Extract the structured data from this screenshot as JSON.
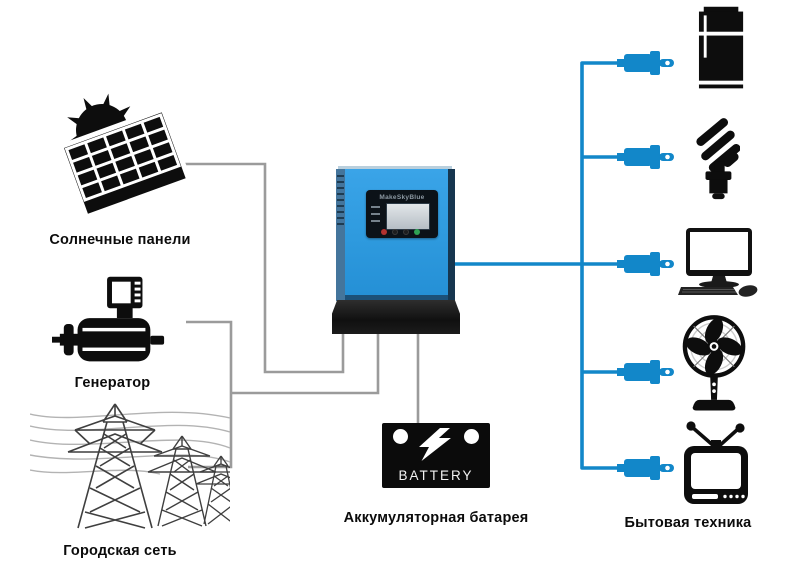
{
  "nodes": {
    "solar": {
      "label": "Солнечные панели",
      "icon": "solar-panel-sun-icon"
    },
    "generator": {
      "label": "Генератор",
      "icon": "generator-icon"
    },
    "grid": {
      "label": "Городская сеть",
      "icon": "power-towers-icon"
    },
    "inverter": {
      "brand": "MakeSkyBlue",
      "icon": "solar-inverter-unit"
    },
    "battery": {
      "label": "Аккумуляторная батарея",
      "badge": "BATTERY",
      "icon": "battery-icon"
    },
    "appliances": {
      "label": "Бытовая техника",
      "items": [
        "refrigerator-icon",
        "cfl-lamp-icon",
        "desktop-computer-icon",
        "pedestal-fan-icon",
        "tv-icon"
      ]
    }
  },
  "connections": [
    {
      "from": "solar",
      "to": "inverter",
      "style": "gray"
    },
    {
      "from": "generator",
      "to": "inverter",
      "style": "gray"
    },
    {
      "from": "grid",
      "to": "inverter",
      "style": "gray"
    },
    {
      "from": "inverter",
      "to": "battery",
      "style": "gray"
    },
    {
      "from": "inverter",
      "to": "appliance-plugs",
      "style": "blue"
    }
  ],
  "colors": {
    "ac_line_blue": "#1287c9",
    "dc_line_gray": "#9b9b9b",
    "inverter_blue": "#2f9ce0",
    "icon_black": "#0d0d0d"
  }
}
